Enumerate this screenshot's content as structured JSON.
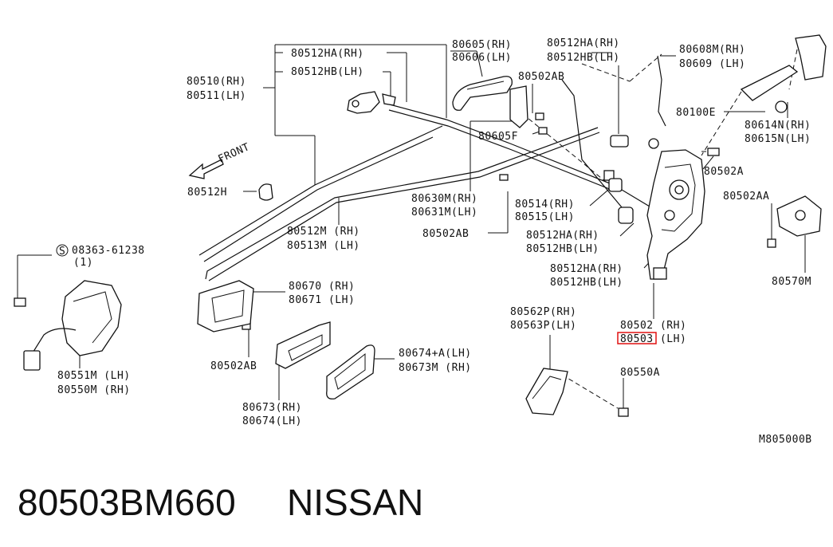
{
  "diagram": {
    "reference_code": "M805000B",
    "front_label": "FRONT",
    "highlight_color": "#e01010",
    "labels": {
      "l80605": [
        "80605(RH)",
        "80606(LH)"
      ],
      "l80512HA_top": [
        "80512HA(RH)",
        "80512HB(LH)"
      ],
      "l80608": [
        "80608M(RH)",
        "80609 (LH)"
      ],
      "l80512HA_left": "80512HA(RH)",
      "l80512HB_left": "80512HB(LH)",
      "l80510": [
        "80510(RH)",
        "80511(LH)"
      ],
      "l80502AB_top": "80502AB",
      "l80100E": "80100E",
      "l80614": [
        "80614N(RH)",
        "80615N(LH)"
      ],
      "l80605F": "80605F",
      "l80502A": "80502A",
      "l80512H": "80512H",
      "l80630": [
        "80630M(RH)",
        "80631M(LH)"
      ],
      "l80514": [
        "80514(RH)",
        "80515(LH)"
      ],
      "l80502AA": "80502AA",
      "l80512M": [
        "80512M (RH)",
        "80513M (LH)"
      ],
      "l80502AB_mid": "80502AB",
      "l80512HA_mid": [
        "80512HA(RH)",
        "80512HB(LH)"
      ],
      "l80570": "80570M",
      "l08363": [
        "08363-61238",
        "(1)"
      ],
      "l80512HA_low": [
        "80512HA(RH)",
        "80512HB(LH)"
      ],
      "l80670": [
        "80670 (RH)",
        "80671 (LH)"
      ],
      "l80562": [
        "80562P(RH)",
        "80563P(LH)"
      ],
      "l80502": [
        "80502 (RH)",
        "80503 (LH)"
      ],
      "l80502AB_low": "80502AB",
      "l80674": [
        "80674+A(LH)",
        "80673M (RH)"
      ],
      "l80550A": "80550A",
      "l80551": [
        "80551M (LH)",
        "80550M (RH)"
      ],
      "l80673": [
        "80673(RH)",
        "80674(LH)"
      ]
    }
  },
  "caption": {
    "part_number": "80503BM660",
    "brand": "NISSAN"
  }
}
